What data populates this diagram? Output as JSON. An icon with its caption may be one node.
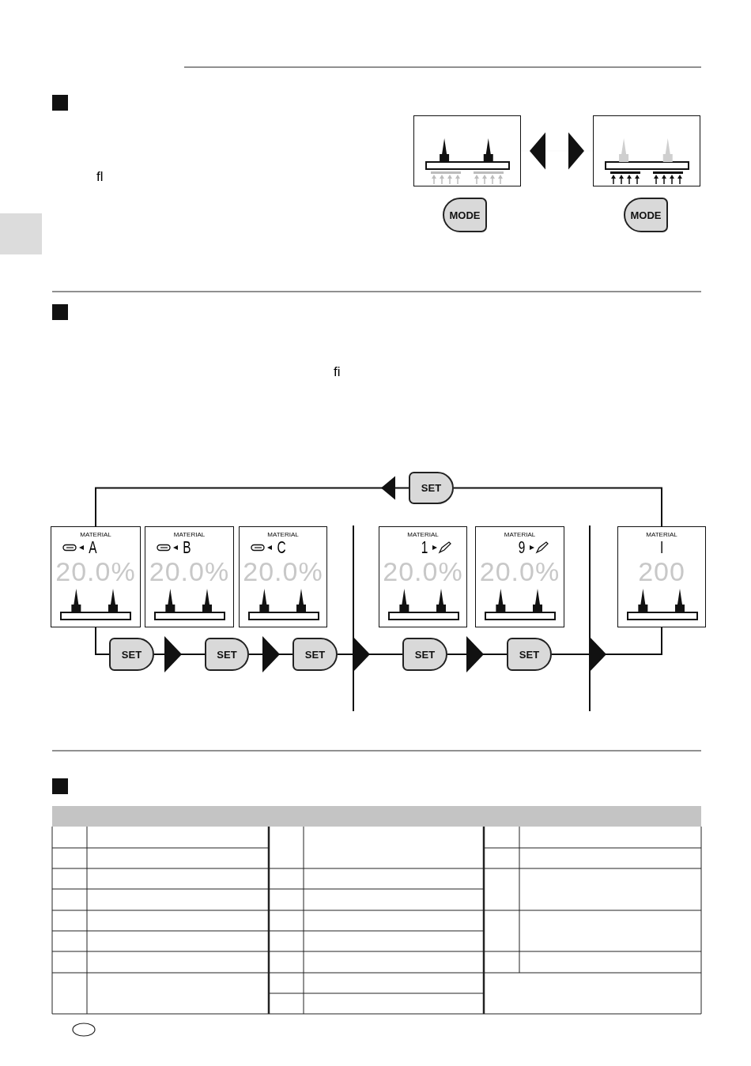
{
  "diagram": {
    "nodes": [
      {
        "text": [],
        "shape": "box"
      },
      {
        "text": [],
        "shape": "box"
      },
      {
        "text": [
          "MODE"
        ]
      },
      {
        "text": [
          "MODE"
        ]
      },
      {
        "text": [
          "MATERIAL",
          "A",
          "20.0%"
        ]
      },
      {
        "text": [
          "MATERIAL",
          "B",
          "20.0%"
        ]
      },
      {
        "text": [
          "MATERIAL",
          "C",
          "20.0%"
        ]
      },
      {
        "text": [
          "MATERIAL",
          "1",
          "20.0%"
        ]
      },
      {
        "text": [
          "MATERIAL",
          "9",
          "20.0%"
        ]
      },
      {
        "text": [
          "MATERIAL",
          "I",
          "200"
        ]
      },
      {
        "text": [
          "SET"
        ]
      },
      {
        "text": [
          "SET"
        ]
      },
      {
        "text": [
          "SET"
        ]
      },
      {
        "text": [
          "SET"
        ]
      },
      {
        "text": [
          "SET"
        ]
      },
      {
        "text": [
          "SET"
        ]
      }
    ],
    "edges": [
      {
        "from": 0,
        "to": 1,
        "arrow": "both"
      },
      {
        "from": 4,
        "to": 10,
        "arrow": "none"
      },
      {
        "from": 10,
        "to": 11,
        "arrow": "to"
      },
      {
        "from": 11,
        "to": 12,
        "arrow": "to"
      },
      {
        "from": 12,
        "to": 13,
        "arrow": "to"
      },
      {
        "from": 13,
        "to": 14,
        "arrow": "to"
      },
      {
        "from": 14,
        "to": 9,
        "arrow": "to"
      },
      {
        "from": 9,
        "to": 15,
        "arrow": "none"
      },
      {
        "from": 15,
        "to": 4,
        "arrow": "to"
      }
    ],
    "labels": [
      "ﬂ",
      "ﬁ"
    ]
  }
}
